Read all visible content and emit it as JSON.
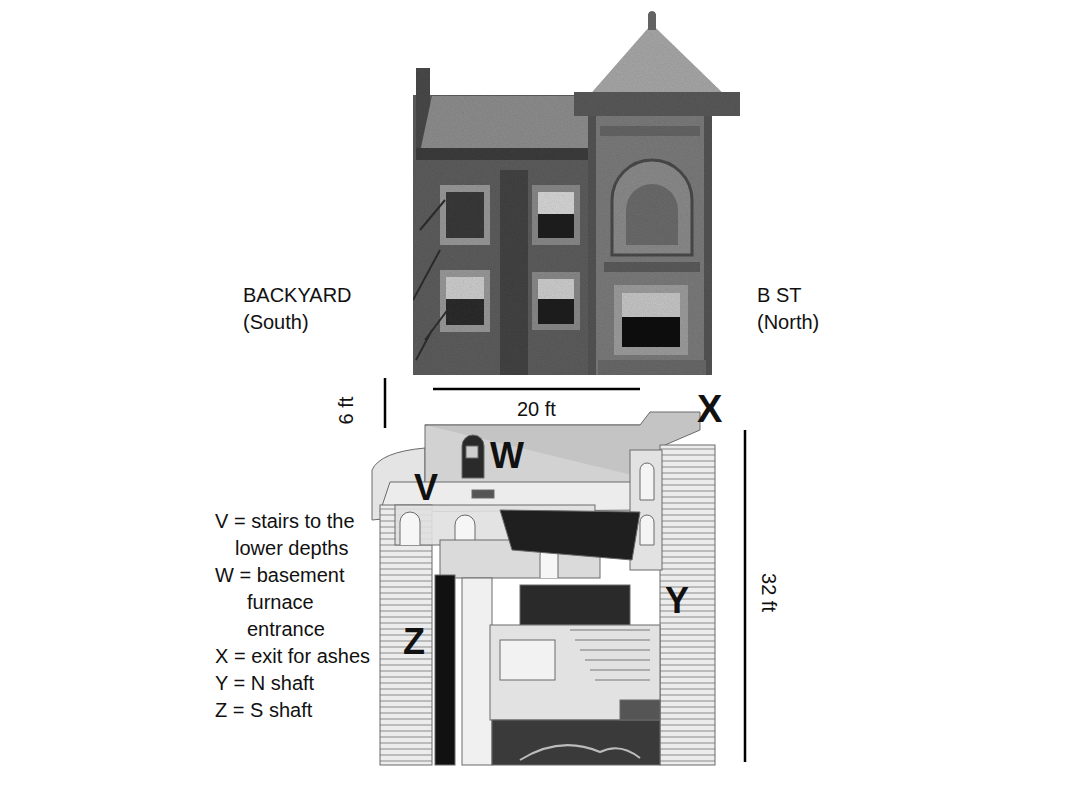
{
  "diagram": {
    "labels": [
      "BACKYARD (South)",
      "B ST (North)",
      "6 ft",
      "20 ft",
      "X",
      "W",
      "V",
      "Y",
      "Z",
      "32 ft",
      "V = stairs to the lower depths",
      "W = basement furnace entrance",
      "X = exit for ashes",
      "Y = N shaft",
      "Z = S shaft"
    ]
  }
}
